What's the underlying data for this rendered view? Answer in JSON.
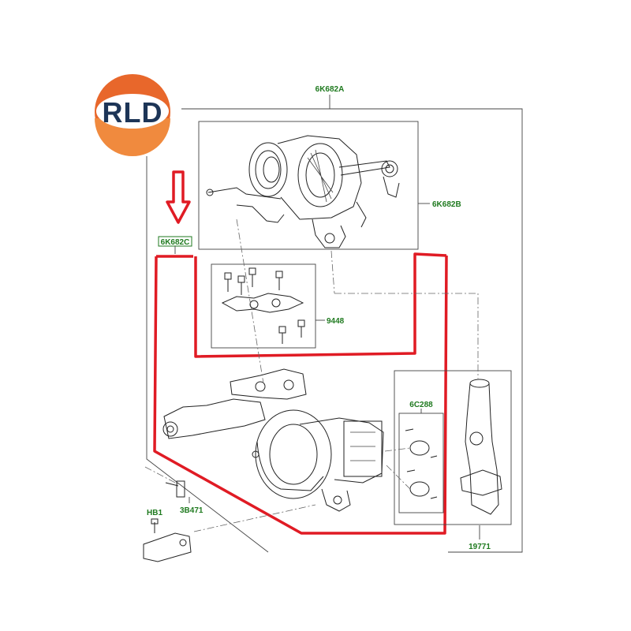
{
  "logo": {
    "text": "RLD",
    "colors": {
      "ring_top": "#e8672b",
      "ring_bottom": "#f08a3e",
      "inner": "#ffffff",
      "text": "#1d3557"
    }
  },
  "labels": {
    "turbo_assembly": "6K682A",
    "turbocharger": "6K682B",
    "exhaust_manifold_turbo": "6K682C",
    "gasket_bolt_kit": "9448",
    "seal_kit": "6C288",
    "outlet_pipe": "19771",
    "bolt_hb1": "HB1",
    "stud": "3B471"
  },
  "colors": {
    "label_green": "#1f7a1f",
    "highlight_red": "#e01b24",
    "line_art": "#222222"
  }
}
